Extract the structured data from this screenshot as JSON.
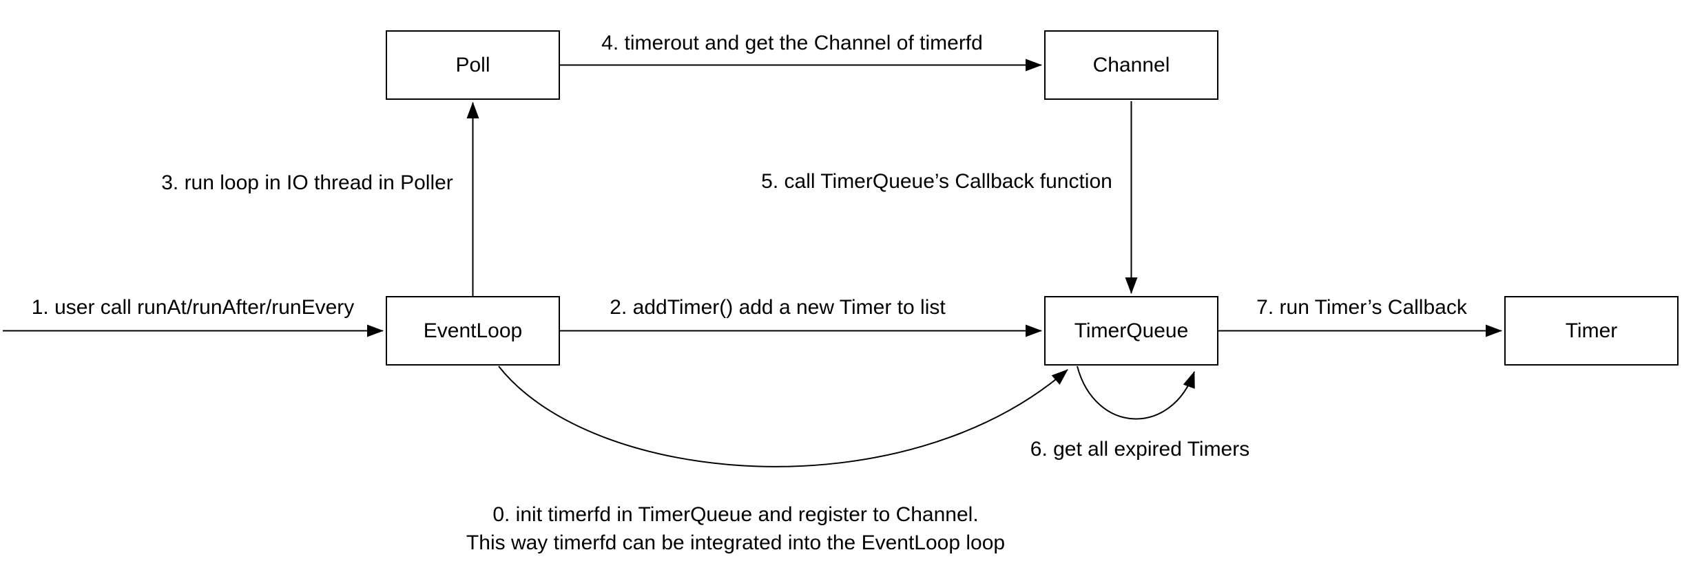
{
  "diagram": {
    "background_color": "#ffffff",
    "stroke_color": "#000000",
    "text_color": "#000000",
    "nodes": [
      {
        "id": "poll",
        "label": "Poll"
      },
      {
        "id": "channel",
        "label": "Channel"
      },
      {
        "id": "eventloop",
        "label": "EventLoop"
      },
      {
        "id": "timerqueue",
        "label": "TimerQueue"
      },
      {
        "id": "timer",
        "label": "Timer"
      }
    ],
    "edges": [
      {
        "id": "e1",
        "from": "external-left",
        "to": "eventloop",
        "label": "1. user call runAt/runAfter/runEvery"
      },
      {
        "id": "e2",
        "from": "eventloop",
        "to": "timerqueue",
        "label": "2. addTimer() add a new Timer to list"
      },
      {
        "id": "e3",
        "from": "eventloop",
        "to": "poll",
        "label": "3. run loop in IO thread in Poller"
      },
      {
        "id": "e4",
        "from": "poll",
        "to": "channel",
        "label": "4. timerout and get the Channel of timerfd"
      },
      {
        "id": "e5",
        "from": "channel",
        "to": "timerqueue",
        "label": "5. call TimerQueue’s Callback function"
      },
      {
        "id": "e6",
        "from": "timerqueue",
        "to": "timerqueue",
        "label": "6. get all expired Timers"
      },
      {
        "id": "e7",
        "from": "timerqueue",
        "to": "timer",
        "label": "7. run Timer’s Callback"
      },
      {
        "id": "e0",
        "from": "eventloop",
        "to": "timerqueue",
        "label_line1": "0. init timerfd in TimerQueue and register to Channel.",
        "label_line2": "This way timerfd can be integrated into the EventLoop loop"
      }
    ]
  }
}
